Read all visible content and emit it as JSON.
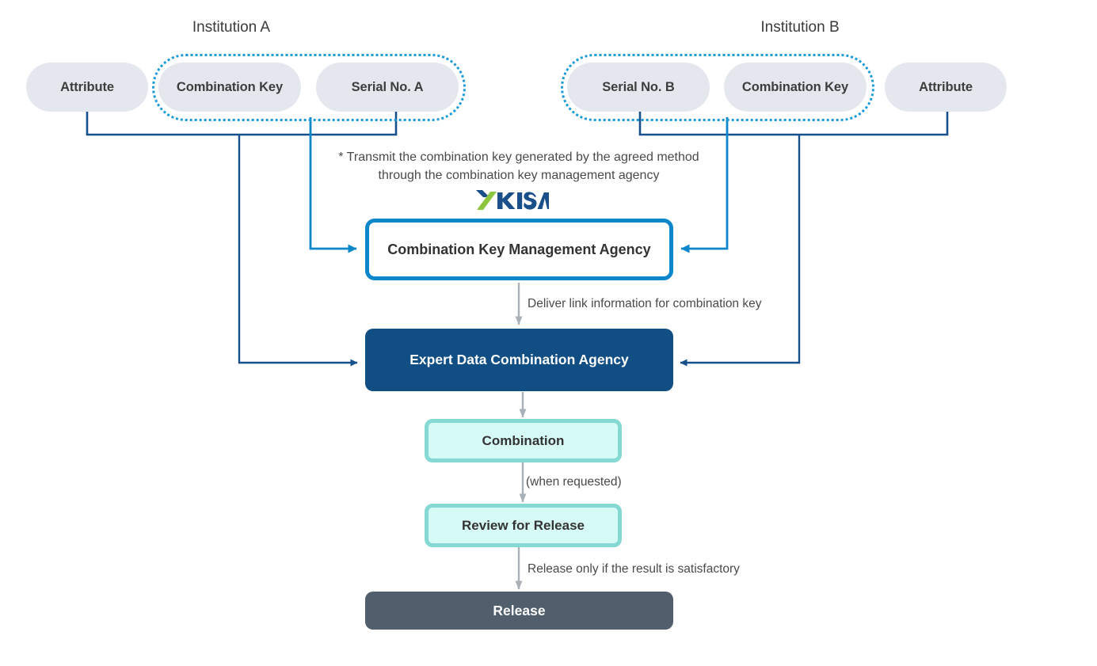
{
  "institutions": [
    {
      "title": "Institution A",
      "pills": [
        {
          "label": "Attribute",
          "grouped": false
        },
        {
          "label": "Combination Key",
          "grouped": true
        },
        {
          "label": "Serial No. A",
          "grouped": true
        }
      ]
    },
    {
      "title": "Institution B",
      "pills": [
        {
          "label": "Serial No. B",
          "grouped": true
        },
        {
          "label": "Combination Key",
          "grouped": true
        },
        {
          "label": "Attribute",
          "grouped": false
        }
      ]
    }
  ],
  "notes": {
    "transmit": "* Transmit the combination key generated by the agreed method\nthrough the combination key management agency"
  },
  "logo": {
    "name": "kisa-logo",
    "text": "KISA"
  },
  "boxes": {
    "ckma": "Combination Key Management Agency",
    "edca": "Expert Data Combination Agency",
    "combination": "Combination",
    "review": "Review for Release",
    "release": "Release"
  },
  "edge_labels": {
    "deliver_link": "Deliver link information for combination key",
    "when_requested": "(when requested)",
    "release_if_satisfactory": "Release only if the result is satisfactory"
  },
  "colors": {
    "pill_fill": "#e4e8ee",
    "dotted_border": "#1a9bd7",
    "ckma_border": "#0d86ca",
    "edca_fill": "#114e84",
    "teal_fill": "#d6fbf6",
    "teal_border": "#86d9d2",
    "release_fill": "#515e6b",
    "navy_wire": "#17508a",
    "blue_wire": "#0d86ca",
    "grey_wire": "#a9b0b8",
    "text_dark": "#3d3d3d",
    "logo_blue": "#1a4f8a",
    "logo_green": "#8cc63f"
  }
}
